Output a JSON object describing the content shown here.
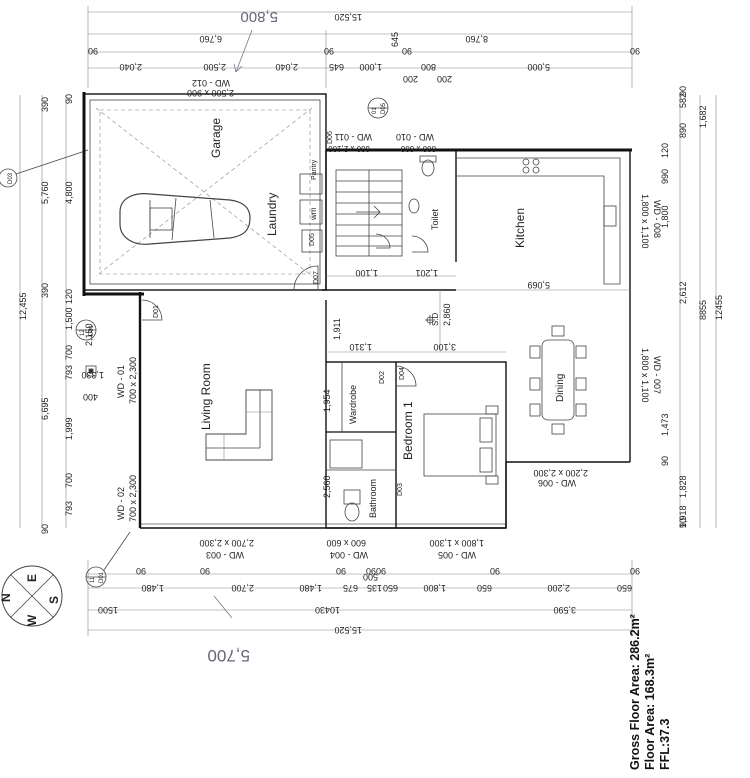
{
  "rooms": {
    "garage": "Garage",
    "laundry": "Laundry",
    "kitchen": "Kitchen",
    "living": "Living Room",
    "dining": "Dining",
    "bedroom": "Bedroom 1",
    "wardrobe": "Wardrobe",
    "bathroom": "Bathroom",
    "toilet": "Toilet",
    "pantry": "Pantry",
    "wm": "wm"
  },
  "dims_top": {
    "overall": "15,520",
    "seg_a": "6,760",
    "seg_b": "8,760",
    "r1": [
      "90",
      "90",
      "645",
      "90",
      "90"
    ],
    "r2": [
      "2,040",
      "2,500",
      "2,040",
      "645",
      "1,000",
      "200",
      "800",
      "200",
      "5,000"
    ],
    "handwritten": "5,800"
  },
  "dims_bottom": {
    "overall": "15,520",
    "r1": [
      "90",
      "90",
      "90",
      "90",
      "90",
      "90",
      "90"
    ],
    "r2": [
      "1,480",
      "2,700",
      "1,480",
      "675",
      "135",
      "650",
      "500",
      "1,800",
      "650",
      "2,200",
      "650"
    ],
    "r3": [
      "1500",
      "10430",
      "3,590"
    ],
    "handwritten": "5,700"
  },
  "dims_left": {
    "overall": "12,455",
    "outer": [
      "390",
      "5,760",
      "390",
      "6,695",
      "90"
    ],
    "inner": [
      "90",
      "4,800",
      "120",
      "1,500",
      "700",
      "793",
      "1,999",
      "700",
      "793"
    ]
  },
  "dims_right": {
    "overall": "12455",
    "total2": "8855",
    "outer": [
      "582",
      "1,682",
      "2,612",
      "1,828",
      "1,918"
    ],
    "inner": [
      "90",
      "890",
      "120",
      "990",
      "1,800",
      "1,473",
      "90",
      "90"
    ]
  },
  "dims_inner": {
    "h1": [
      "1,100",
      "1,201",
      "5,069"
    ],
    "h2": [
      "1,310",
      "3,100"
    ],
    "v": [
      "1,911",
      "1,954",
      "2,560",
      "2,860"
    ],
    "sd": "S.D",
    "d150": "2,150",
    "d1330": "1,330",
    "d400": "400"
  },
  "windows": {
    "wd012": "WD - 012",
    "wd012s": "2,500 x 900",
    "wd011": "WD - 011",
    "wd011s": "600 x 2,100",
    "wd010": "WD - 010",
    "wd010s": "800 x 600",
    "wd008": "WD - 008",
    "wd008s": "1,800 x 1,100",
    "wd007": "WD - 007",
    "wd007s": "1,800 x 1,100",
    "wd006": "WD - 006",
    "wd006s": "2,200 x 2,300",
    "wd005": "WD - 005",
    "wd005s": "1,800 x 1,300",
    "wd004": "WD - 004",
    "wd004s": "600 x 600",
    "wd003": "WD - 003",
    "wd003s": "2,700 x 2,300",
    "wd002": "WD - 02",
    "wd002s": "700 x 2,300",
    "wd001": "WD - 01",
    "wd001s": "700 x 2,300"
  },
  "doors": [
    "D01",
    "D02",
    "D03",
    "D04",
    "D05",
    "D06",
    "D07"
  ],
  "section_tags": {
    "s01": "01",
    "s01b": "D05",
    "s11": "11",
    "s11b": "D01",
    "s12": "12",
    "s12b": "D01",
    "s03": "D03"
  },
  "compass": {
    "n": "N",
    "e": "E",
    "s": "S",
    "w": "W"
  },
  "stats": {
    "gross": "Gross Floor Area: 286.2m²",
    "floor": "Floor Area: 168.3m²",
    "ffl": "FFL:37.3"
  }
}
